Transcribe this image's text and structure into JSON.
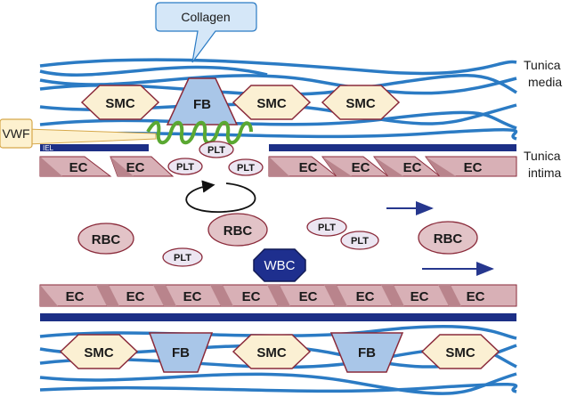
{
  "callouts": {
    "collagen": "Collagen",
    "vwf": "VWF"
  },
  "layers": {
    "media_line1": "Tunica",
    "media_line2": "media",
    "intima_line1": "Tunica",
    "intima_line2": "intima",
    "iel": "IEL"
  },
  "cells": {
    "smc": "SMC",
    "fb": "FB",
    "ec": "EC",
    "plt": "PLT",
    "rbc": "RBC",
    "wbc": "WBC"
  },
  "colors": {
    "collagen": "#2b7bc4",
    "smc_fill": "#fbf0d3",
    "smc_stroke": "#8a2a3a",
    "fb_fill": "#a9c6e8",
    "ec_fill": "#d8b0b6",
    "ec_dark": "#b9848c",
    "iel": "#1c2f86",
    "vwf": "#5aa832",
    "rbc_fill": "#e2c3c7",
    "plt_fill": "#ece6f2",
    "wbc_fill": "#1e2f8e",
    "flow_arrow": "#26378e",
    "callout_fill": "#d5e7f8",
    "vwf_box": "#fdf1cf"
  }
}
